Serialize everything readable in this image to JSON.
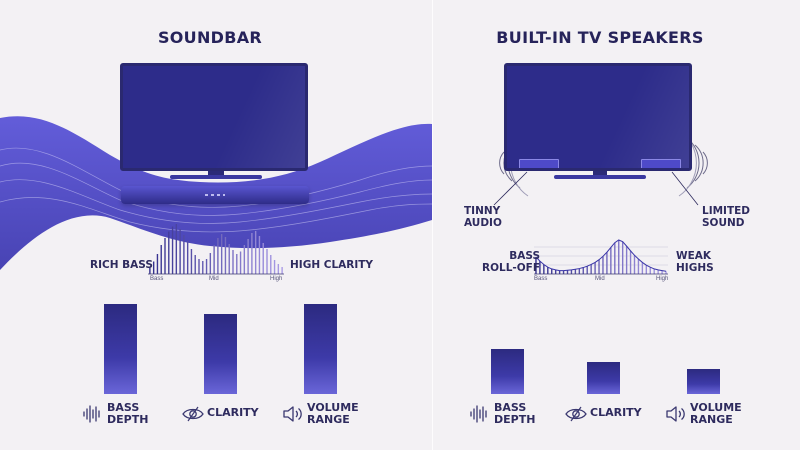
{
  "left": {
    "title": "SOUNDBAR",
    "label_left": "RICH BASS",
    "label_right": "HIGH CLARITY",
    "spectrum_ticks": [
      "Bass",
      "Mid",
      "High"
    ],
    "spectrum": [
      0.12,
      0.25,
      0.4,
      0.58,
      0.72,
      0.85,
      0.95,
      1.0,
      0.9,
      0.78,
      0.66,
      0.5,
      0.38,
      0.3,
      0.26,
      0.3,
      0.42,
      0.58,
      0.72,
      0.8,
      0.74,
      0.6,
      0.48,
      0.4,
      0.45,
      0.58,
      0.7,
      0.82,
      0.86,
      0.76,
      0.62,
      0.5,
      0.38,
      0.28,
      0.2,
      0.14
    ],
    "metrics": [
      {
        "label1": "BASS",
        "label2": "DEPTH",
        "icon": "sound-wave-icon",
        "value": 0.9
      },
      {
        "label1": "CLARITY",
        "label2": "",
        "icon": "eye-icon",
        "value": 0.8
      },
      {
        "label1": "VOLUME",
        "label2": "RANGE",
        "icon": "speaker-volume-icon",
        "value": 0.9
      }
    ]
  },
  "right": {
    "title": "BUILT-IN TV SPEAKERS",
    "label_tl1": "TINNY",
    "label_tl2": "AUDIO",
    "label_tr1": "LIMITED",
    "label_tr2": "SOUND",
    "label_l1": "BASS",
    "label_l2": "ROLL-OFF",
    "label_r1": "WEAK",
    "label_r2": "HIGHS",
    "spectrum_ticks": [
      "Bass",
      "Mid",
      "High"
    ],
    "spectrum": [
      0.5,
      0.38,
      0.28,
      0.2,
      0.15,
      0.12,
      0.1,
      0.1,
      0.11,
      0.12,
      0.14,
      0.16,
      0.19,
      0.23,
      0.28,
      0.34,
      0.42,
      0.52,
      0.64,
      0.78,
      0.92,
      1.0,
      0.95,
      0.82,
      0.68,
      0.55,
      0.44,
      0.34,
      0.26,
      0.2,
      0.15,
      0.12,
      0.1,
      0.08
    ],
    "metrics": [
      {
        "label1": "BASS",
        "label2": "DEPTH",
        "icon": "sound-wave-icon",
        "value": 0.45
      },
      {
        "label1": "CLARITY",
        "label2": "",
        "icon": "eye-icon",
        "value": 0.32
      },
      {
        "label1": "VOLUME",
        "label2": "RANGE",
        "icon": "speaker-volume-icon",
        "value": 0.25
      }
    ]
  },
  "colors": {
    "accent": "#4b47b8",
    "dark": "#2b2a78",
    "bg": "#f3f1f4",
    "wave": "#5a55d6"
  }
}
